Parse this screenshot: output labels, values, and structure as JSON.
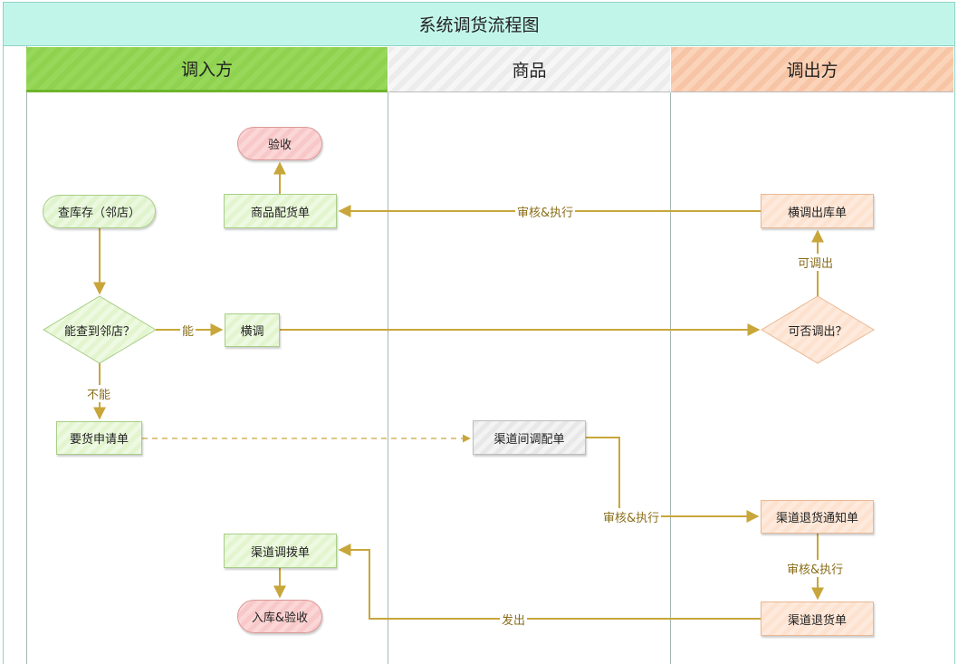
{
  "title": "系统调货流程图",
  "lanes": {
    "in": "调入方",
    "goods": "商品",
    "out": "调出方"
  },
  "nodes": {
    "check_stock": "查库存（邻店）",
    "can_find": "能查到邻店？",
    "transfer": "横调",
    "request_order": "要货申请单",
    "goods_order": "商品配货单",
    "inspect": "验收",
    "channel_alloc": "渠道间调配单",
    "can_out": "可否调出？",
    "transfer_out_order": "横调出库单",
    "channel_return_notice": "渠道退货通知单",
    "channel_return": "渠道退货单",
    "channel_transfer": "渠道调拨单",
    "stock_in_inspect": "入库&验收"
  },
  "edges": {
    "yes": "能",
    "no": "不能",
    "can_transfer_out": "可调出",
    "review_exec_top": "审核&执行",
    "review_exec_mid": "审核&执行",
    "review_exec_right": "审核&执行",
    "ship_out": "发出"
  },
  "colors": {
    "connector": "#c8a63a",
    "title_bg": "#c2f5ea",
    "lane_in": "#8fd24f",
    "lane_goods": "#ececec",
    "lane_out": "#f7c5a5"
  }
}
